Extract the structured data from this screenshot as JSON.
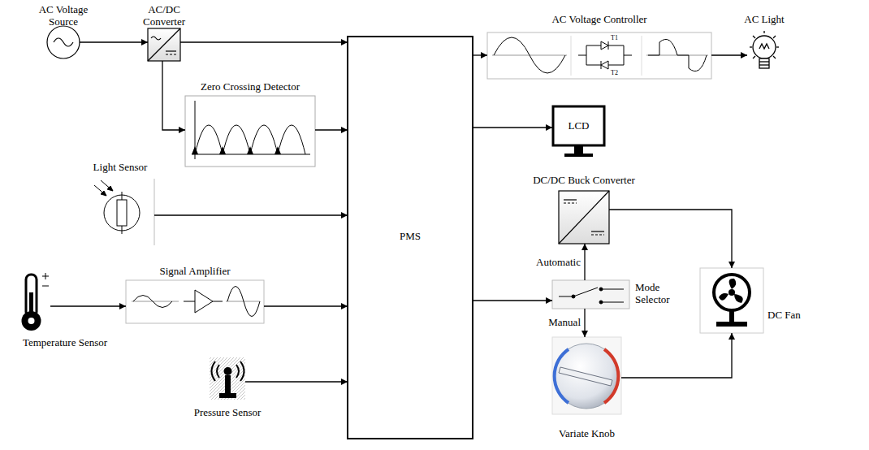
{
  "diagram": {
    "nodes": [
      {
        "text": [
          "AC Voltage Source"
        ]
      },
      {
        "text": [
          "AC/DC Converter"
        ]
      },
      {
        "text": [
          "Zero Crossing Detector"
        ]
      },
      {
        "text": [
          "Light Sensor"
        ]
      },
      {
        "text": [
          "Temperature Sensor"
        ]
      },
      {
        "text": [
          "Signal Amplifier"
        ]
      },
      {
        "text": [
          "Pressure Sensor"
        ]
      },
      {
        "text": [
          "PMS"
        ]
      },
      {
        "text": [
          "AC Voltage Controller"
        ]
      },
      {
        "text": [
          "AC Light"
        ]
      },
      {
        "text": [
          "LCD"
        ]
      },
      {
        "text": [
          "DC/DC Buck Converter"
        ]
      },
      {
        "text": [
          "Mode Selector"
        ]
      },
      {
        "text": [
          "Variate Knob"
        ]
      },
      {
        "text": [
          "DC Fan"
        ]
      }
    ],
    "edges": [
      {
        "from": 0,
        "to": 1,
        "arrow": "to"
      },
      {
        "from": 1,
        "to": 7,
        "arrow": "to"
      },
      {
        "from": 1,
        "to": 2,
        "arrow": "to"
      },
      {
        "from": 2,
        "to": 7,
        "arrow": "to"
      },
      {
        "from": 3,
        "to": 7,
        "arrow": "to"
      },
      {
        "from": 4,
        "to": 5,
        "arrow": "to"
      },
      {
        "from": 5,
        "to": 7,
        "arrow": "to"
      },
      {
        "from": 6,
        "to": 7,
        "arrow": "to"
      },
      {
        "from": 7,
        "to": 8,
        "arrow": "to"
      },
      {
        "from": 8,
        "to": 9,
        "arrow": "to"
      },
      {
        "from": 7,
        "to": 10,
        "arrow": "to"
      },
      {
        "from": 7,
        "to": 12,
        "arrow": "to"
      },
      {
        "from": 12,
        "to": 11,
        "label": "Automatic",
        "arrow": "to"
      },
      {
        "from": 12,
        "to": 13,
        "label": "Manual",
        "arrow": "to"
      },
      {
        "from": 11,
        "to": 14,
        "arrow": "to"
      },
      {
        "from": 13,
        "to": 14,
        "arrow": "to"
      }
    ],
    "labels": [
      "T1",
      "T2"
    ]
  }
}
